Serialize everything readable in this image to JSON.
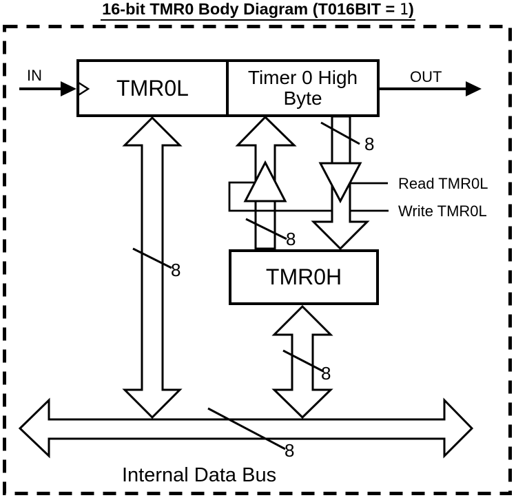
{
  "title": {
    "prefix": "16-bit TMR0 Body Diagram (T016BIT = ",
    "bit_value": "1",
    "suffix": ")"
  },
  "ports": {
    "in_label": "IN",
    "out_label": "OUT"
  },
  "registers": {
    "tmr0l": "TMR0L",
    "timer0_high_line1": "Timer 0 High",
    "timer0_high_line2": "Byte",
    "tmr0h": "TMR0H"
  },
  "control_signals": {
    "read": "Read TMR0L",
    "write": "Write TMR0L"
  },
  "bus": {
    "label": "Internal Data Bus"
  },
  "bus_widths": {
    "tmr0l_bus": "8",
    "write_path": "8",
    "read_path": "8",
    "tmr0h_bus": "8",
    "internal_bus": "8"
  },
  "colors": {
    "ink": "#000000",
    "background": "#ffffff"
  }
}
